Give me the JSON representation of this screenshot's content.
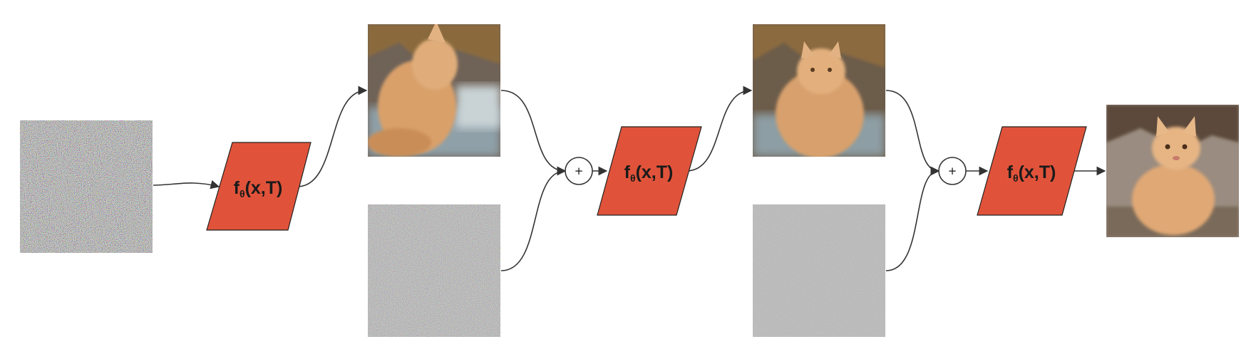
{
  "model_block": {
    "f": "f",
    "theta": "θ",
    "args": "(x,T)",
    "color": "#E0533A"
  },
  "adder": {
    "symbol": "+"
  },
  "colors": {
    "stroke": "#333333",
    "noise_gray": "#7f7f7f",
    "cat_fur": "#dca273"
  }
}
